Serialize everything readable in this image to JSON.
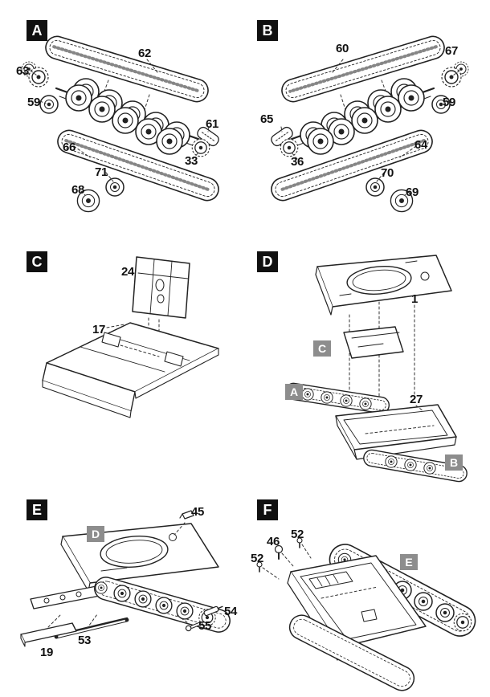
{
  "document": {
    "type": "model-kit-assembly-instructions",
    "page_background": "#ffffff",
    "line_color": "#222222",
    "badge_bg": "#101010",
    "badge_fg": "#ffffff",
    "ref_badge_bg": "#8d8d8d"
  },
  "panels": [
    {
      "id": "A",
      "badge": "A",
      "callouts": [
        "62",
        "63",
        "59",
        "66",
        "61",
        "33",
        "71",
        "68"
      ],
      "ref_badges": []
    },
    {
      "id": "B",
      "badge": "B",
      "callouts": [
        "60",
        "67",
        "59",
        "65",
        "64",
        "36",
        "70",
        "69"
      ],
      "ref_badges": []
    },
    {
      "id": "C",
      "badge": "C",
      "callouts": [
        "24",
        "17"
      ],
      "ref_badges": []
    },
    {
      "id": "D",
      "badge": "D",
      "callouts": [
        "1",
        "27"
      ],
      "ref_badges": [
        "C",
        "A",
        "B"
      ]
    },
    {
      "id": "E",
      "badge": "E",
      "callouts": [
        "45",
        "54",
        "55",
        "53",
        "19"
      ],
      "ref_badges": [
        "D"
      ]
    },
    {
      "id": "F",
      "badge": "F",
      "callouts": [
        "46",
        "52",
        "52"
      ],
      "ref_badges": [
        "E"
      ]
    }
  ]
}
